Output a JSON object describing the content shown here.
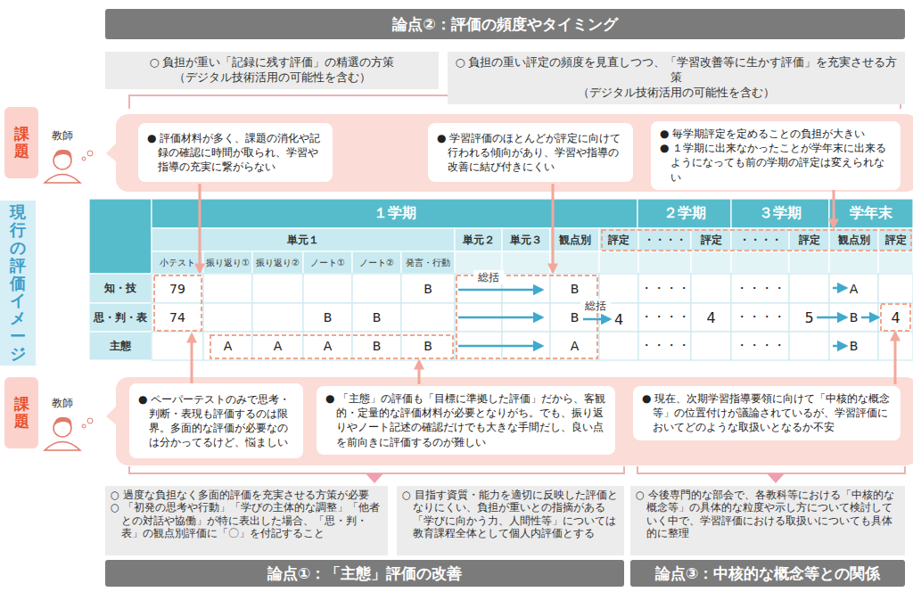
{
  "diagram": {
    "nodes": [
      {
        "text": [
          "論点②：評価の頻度やタイミング"
        ]
      },
      {
        "text": [
          "○ 負担が重い「記録に残す評価」の精選の方策",
          "（デジタル技術活用の可能性を含む）"
        ]
      },
      {
        "text": [
          "○ 負担の重い評定の頻度を見直しつつ、「学習改善等に生かす評価」を充実させる方策",
          "（デジタル技術活用の可能性を含む）"
        ]
      },
      {
        "text": [
          "課題"
        ]
      },
      {
        "text": [
          "● 評価材料が多く、課題の消化や記録の確認に時間が取られ、学習や指導の充実に繋がらない"
        ]
      },
      {
        "text": [
          "● 学習評価のほとんどが評定に向けて行われる傾向があり、学習や指導の改善に結び付きにくい"
        ]
      },
      {
        "text": [
          "● 毎学期評定を定めることの負担が大きい",
          "● １学期に出来なかったことが学年末に出来るようになっても前の学期の評定は変えられない"
        ]
      },
      {
        "text": [
          "現行の評価イメージ"
        ]
      },
      {
        "text": [
          "課題"
        ]
      },
      {
        "text": [
          "● ペーパーテストのみで思考・判断・表現も評価するのは限界。多面的な評価が必要なのは分かってるけど、悩ましい"
        ]
      },
      {
        "text": [
          "● 「主態」の評価も「目標に準拠した評価」だから、客観的・定量的な評価材料が必要となりがち。でも、振り返りやノート記述の確認だけでも大きな手間だし、良い点を前向きに評価するのが難しい"
        ]
      },
      {
        "text": [
          "● 現在、次期学習指導要領に向けて「中核的な概念等」の位置付けが議論されているが、学習評価においてどのような取扱いとなるか不安"
        ]
      },
      {
        "text": [
          "○ 過度な負担なく多面的評価を充実させる方策が必要",
          "○ 「初発の思考や行動」「学びの主体的な調整」「他者との対話や協働」が特に表出した場合、「思・判・表」の観点別評価に「〇」を付記すること"
        ]
      },
      {
        "text": [
          "○ 目指す資質・能力を適切に反映した評価となりにくい、負担が重いとの指摘がある「学びに向かう力、人間性等」については教育課程全体として個人内評価とする"
        ]
      },
      {
        "text": [
          "○ 今後専門的な部会で、各教科等における「中核的な概念等」の具体的な粒度や示し方について検討していく中で、学習評価における取扱いについても具体的に整理"
        ]
      },
      {
        "text": [
          "論点①：「主態」評価の改善"
        ]
      },
      {
        "text": [
          "論点③：中核的な概念等との関係"
        ]
      }
    ],
    "labels": [
      "教師",
      "１学期",
      "２学期",
      "３学期",
      "学年末",
      "単元１",
      "単元２",
      "単元３",
      "観点別",
      "評定",
      "・・・・",
      "評定",
      "・・・・",
      "評定",
      "観点別",
      "評定",
      "小テスト",
      "振り返り①",
      "振り返り②",
      "ノート①",
      "ノート②",
      "発言・行動",
      "知・技",
      "79",
      "B",
      "B",
      "・・・・",
      "・・・・",
      "A",
      "思・判・表",
      "74",
      "B",
      "B",
      "B",
      "・・・・",
      "・・・・",
      "B",
      "主態",
      "A",
      "A",
      "A",
      "B",
      "B",
      "A",
      "・・・・",
      "・・・・",
      "B",
      "4",
      "4",
      "5",
      "4",
      "総括",
      "総括",
      "教師"
    ]
  }
}
